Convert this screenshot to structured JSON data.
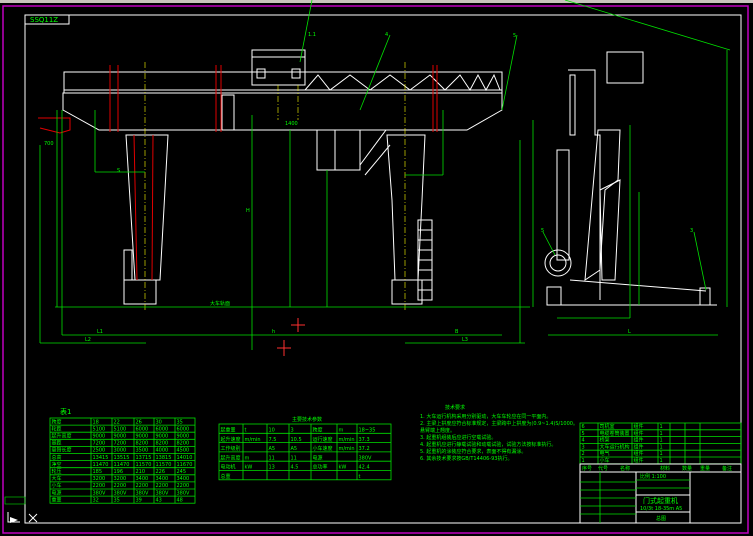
{
  "drawing": {
    "tag_label": "SSQ11Z",
    "leaders": [
      "1.1",
      "4",
      "5",
      "5",
      "3"
    ],
    "dimensions": [
      "L1",
      "L2",
      "L3",
      "H",
      "h",
      "S",
      "B",
      "L",
      "大车轨面",
      "700",
      "1400"
    ],
    "colors": {
      "frame": "#c000c0",
      "lines": "#ffffff",
      "dims": "#00e000",
      "centerlines": "#ffff00",
      "highlight": "#e00000"
    }
  },
  "table1": {
    "title": "表1",
    "rows": [
      [
        "跨度",
        "18",
        "22",
        "26",
        "30",
        "35"
      ],
      [
        "轮距",
        "5100",
        "5100",
        "6000",
        "6000",
        "6000"
      ],
      [
        "起升高度",
        "9000",
        "9000",
        "9000",
        "9000",
        "9000"
      ],
      [
        "基距",
        "7200",
        "7200",
        "8200",
        "8200",
        "8200"
      ],
      [
        "悬臂长度",
        "2500",
        "3000",
        "3500",
        "4000",
        "4500"
      ],
      [
        "总高",
        "13415",
        "13515",
        "13715",
        "13815",
        "14010"
      ],
      [
        "净空",
        "11470",
        "11470",
        "11570",
        "11570",
        "11670"
      ],
      [
        "轮压",
        "185",
        "196",
        "210",
        "226",
        "245"
      ],
      [
        "大车",
        "3200",
        "3200",
        "3400",
        "3400",
        "3400"
      ],
      [
        "小车",
        "2200",
        "2200",
        "2200",
        "2200",
        "2200"
      ],
      [
        "电源",
        "380V",
        "380V",
        "380V",
        "380V",
        "380V"
      ],
      [
        "重量",
        "32",
        "35",
        "39",
        "43",
        "48"
      ]
    ]
  },
  "table2": {
    "title": "主要技术参数",
    "rows": [
      [
        "起重量",
        "t",
        "10",
        "3",
        "跨度",
        "m",
        "18~35"
      ],
      [
        "起升速度",
        "m/min",
        "7.5",
        "10.5",
        "运行速度",
        "m/min",
        "37.3"
      ],
      [
        "工作级别",
        "",
        "A5",
        "A5",
        "小车速度",
        "m/min",
        "37.2"
      ],
      [
        "起升高度",
        "m",
        "11",
        "11",
        "电源",
        "",
        "380V"
      ],
      [
        "电动机",
        "kW",
        "13",
        "4.5",
        "总功率",
        "kW",
        "42.4"
      ],
      [
        "总重",
        "",
        "",
        "",
        "",
        "",
        "t"
      ]
    ]
  },
  "tech": {
    "title": "技术要求",
    "items": [
      "1. 大车运行机构采用分别驱动，大车车轮应在同一平面内。",
      "2. 主梁上拱度应符合标准规定，主梁跨中上拱度为(0.9~1.4)S/1000。",
      "   悬臂端上翘度。",
      "3. 起重机组装后应进行空载试验。",
      "4. 起重机应进行静载试验和动载试验，试验方法按标准执行。",
      "5. 起重机的涂装应符合要求，表面不得有漏涂。",
      "6. 其余技术要求按GB/T14406-93执行。"
    ]
  },
  "parts": {
    "rows": [
      [
        "6",
        "司机室",
        "组件",
        "1",
        "",
        ""
      ],
      [
        "5",
        "电缆卷筒装置",
        "组件",
        "1",
        "",
        ""
      ],
      [
        "4",
        "桥架",
        "组件",
        "1",
        "",
        ""
      ],
      [
        "3",
        "大车运行机构",
        "组件",
        "1",
        "",
        ""
      ],
      [
        "2",
        "电气",
        "组件",
        "1",
        "",
        ""
      ],
      [
        "1",
        "小车",
        "组件",
        "1",
        "",
        ""
      ]
    ],
    "header": [
      "序号",
      "代号",
      "名称",
      "材料",
      "数量",
      "重量",
      "备注"
    ]
  },
  "title_block": {
    "name": "门式起重机",
    "spec": "10/3t 18-35m A5",
    "sheet": "总图",
    "scale_label": "比例 1:100"
  }
}
